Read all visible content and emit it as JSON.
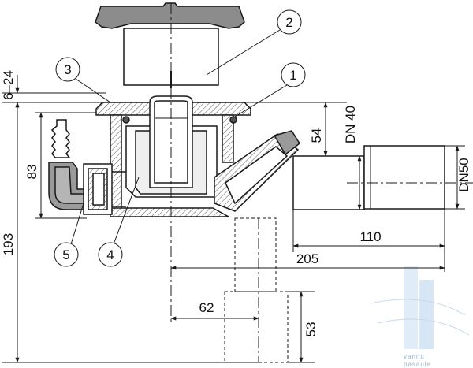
{
  "dimensions": {
    "d_6_24": "6–24",
    "d_193": "193",
    "d_83": "83",
    "d_54": "54",
    "d_dn40": "DN 40",
    "d_dn50": "DN50",
    "d_110": "110",
    "d_205": "205",
    "d_62": "62",
    "d_53": "53"
  },
  "callouts": {
    "c1": "1",
    "c2": "2",
    "c3": "3",
    "c4": "4",
    "c5": "5"
  },
  "watermark": {
    "line1": "vannu",
    "line2": "pasaule"
  },
  "colors": {
    "line": "#1a1a1a",
    "hatch_fill": "#cfcfcf",
    "part_fill": "#9a9a9a",
    "cap_fill": "#8c8c8c",
    "watermark_blue": "#bcd3ea"
  }
}
